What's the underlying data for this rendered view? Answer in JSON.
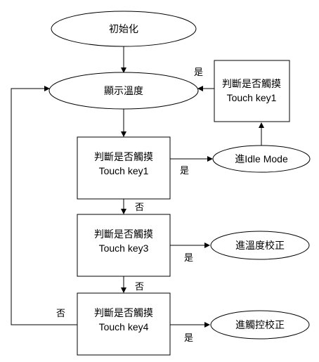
{
  "nodes": {
    "init": {
      "text": "初始化"
    },
    "display_temp": {
      "text": "顯示溫度"
    },
    "check_key1": {
      "line1": "判斷是否觸摸",
      "line2": "Touch key1"
    },
    "check_key1_idle": {
      "line1": "判斷是否觸摸",
      "line2": "Touch key1"
    },
    "idle_mode": {
      "text": "進Idle Mode"
    },
    "check_key3": {
      "line1": "判斷是否觸摸",
      "line2": "Touch key3"
    },
    "temp_calibration": {
      "text": "進溫度校正"
    },
    "check_key4": {
      "line1": "判斷是否觸摸",
      "line2": "Touch key4"
    },
    "touch_calibration": {
      "text": "進觸控校正"
    }
  },
  "edge_labels": {
    "key1_yes": "是",
    "idle_key1_yes": "是",
    "key1_no": "否",
    "key3_yes": "是",
    "key3_no": "否",
    "key4_yes": "是",
    "key4_no": "否"
  },
  "colors": {
    "stroke": "#000000",
    "fill": "#ffffff"
  }
}
